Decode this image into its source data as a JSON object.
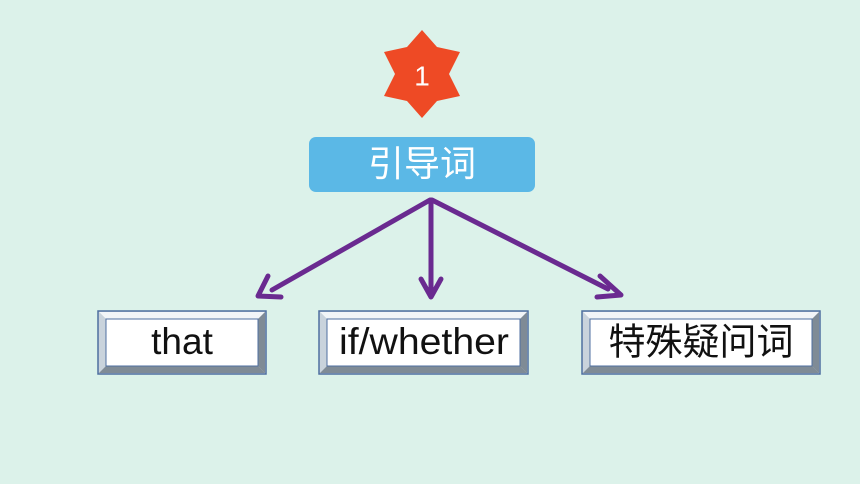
{
  "badge": {
    "number": "1",
    "color": "#ee4a25"
  },
  "root": {
    "label": "引导词",
    "color": "#5bb8e6"
  },
  "arrow_color": "#6a2a90",
  "children": [
    {
      "label": "that"
    },
    {
      "label": "if/whether"
    },
    {
      "label": "特殊疑问词"
    }
  ],
  "box_colors": {
    "face": "#ffffff",
    "bevel_light": "#f2f5f8",
    "bevel_mid": "#c9d3dc",
    "bevel_dark": "#7f8b96",
    "border": "#4f6fa0"
  }
}
